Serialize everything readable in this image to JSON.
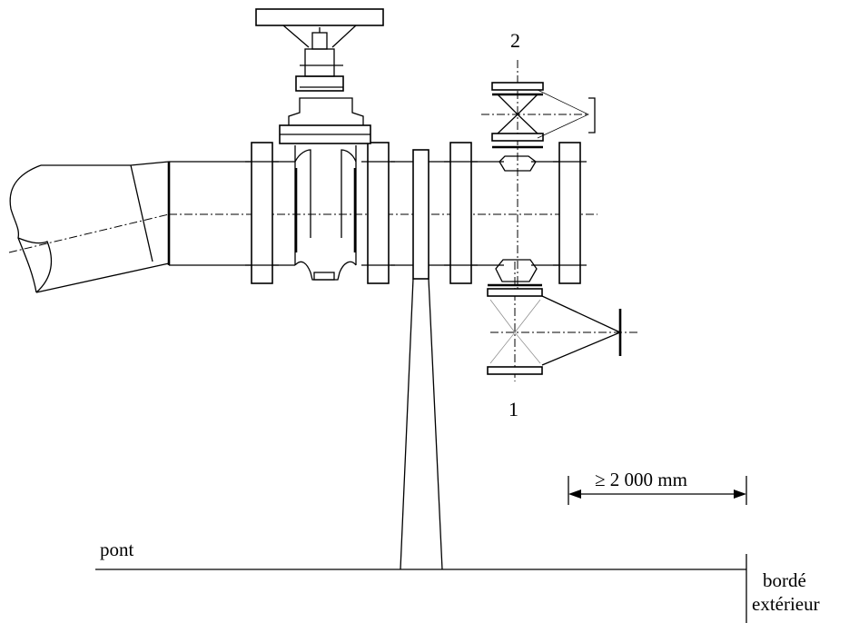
{
  "labels": {
    "deck": "pont",
    "hull_line1": "bordé",
    "hull_line2": "extérieur",
    "dimension": "≥ 2 000 mm",
    "connection_upper": "2",
    "connection_lower": "1"
  },
  "colors": {
    "line": "#000000",
    "background": "#ffffff"
  }
}
